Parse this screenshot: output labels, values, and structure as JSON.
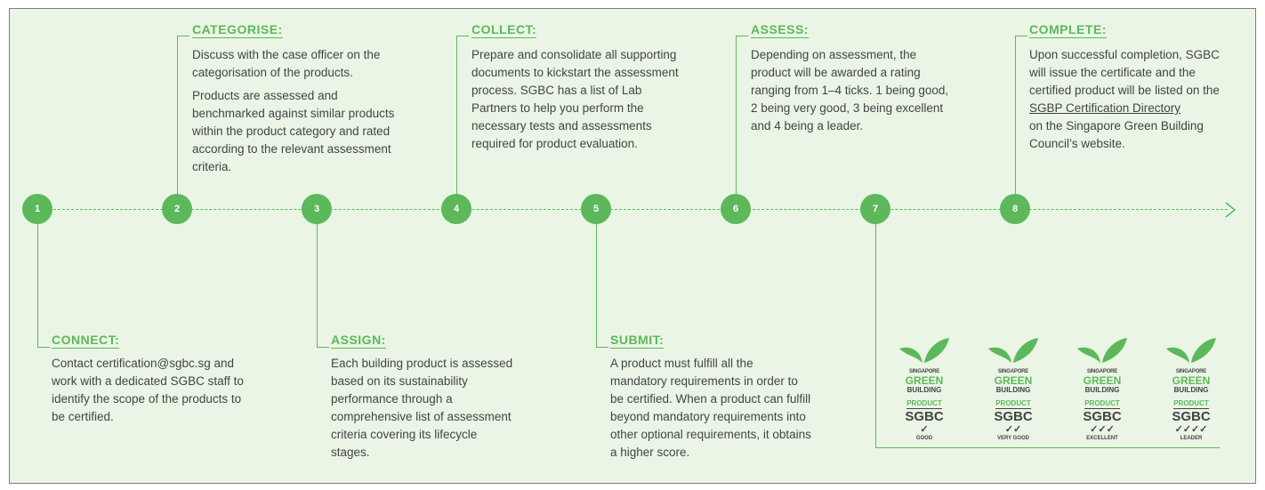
{
  "steps": [
    {
      "num": "1",
      "heading": "CONNECT:",
      "paragraphs": [
        "Contact certification@sgbc.sg and work with a dedicated SGBC staff to identify the scope of the products to be certified."
      ]
    },
    {
      "num": "2",
      "heading": "CATEGORISE:",
      "paragraphs": [
        "Discuss with the case officer on the categorisation of the products.",
        "Products are assessed and benchmarked against similar products within the product category and rated according to the relevant assessment criteria."
      ]
    },
    {
      "num": "3",
      "heading": "ASSIGN:",
      "paragraphs": [
        "Each building product is assessed based on its sustainability performance through a comprehensive list of assessment criteria covering its lifecycle stages."
      ]
    },
    {
      "num": "4",
      "heading": "COLLECT:",
      "paragraphs": [
        "Prepare and consolidate all supporting documents to kickstart the assessment process. SGBC has a list of Lab Partners to help you perform the necessary tests and assessments required for product evaluation."
      ]
    },
    {
      "num": "5",
      "heading": "SUBMIT:",
      "paragraphs": [
        "A product must fulfill all the mandatory requirements in order to be certified. When a product can fulfill beyond mandatory requirements into other optional requirements, it obtains a higher score."
      ]
    },
    {
      "num": "6",
      "heading": "ASSESS:",
      "paragraphs": [
        "Depending on assessment, the product will be awarded a rating ranging from 1–4 ticks. 1 being good, 2 being very good, 3 being excellent and 4 being a leader."
      ]
    },
    {
      "num": "7"
    },
    {
      "num": "8",
      "heading": "COMPLETE:",
      "pre": "Upon successful completion, SGBC will issue the certificate and the certified product will be listed on the",
      "link": "SGBP Certification Directory",
      "post": "on the Singapore Green Building Council’s website."
    }
  ],
  "logo_text": {
    "line1": "SINGAPORE",
    "line2": "GREEN",
    "line3": "BUILDING",
    "line4": "PRODUCT",
    "line5": "SGBC"
  },
  "ratings": [
    {
      "ticks": "✓",
      "label": "GOOD"
    },
    {
      "ticks": "✓✓",
      "label": "VERY GOOD"
    },
    {
      "ticks": "✓✓✓",
      "label": "EXCELLENT"
    },
    {
      "ticks": "✓✓✓✓",
      "label": "LEADER"
    }
  ],
  "colors": {
    "accent": "#5cb85a",
    "background": "#eaf5e5",
    "text": "#444444"
  }
}
